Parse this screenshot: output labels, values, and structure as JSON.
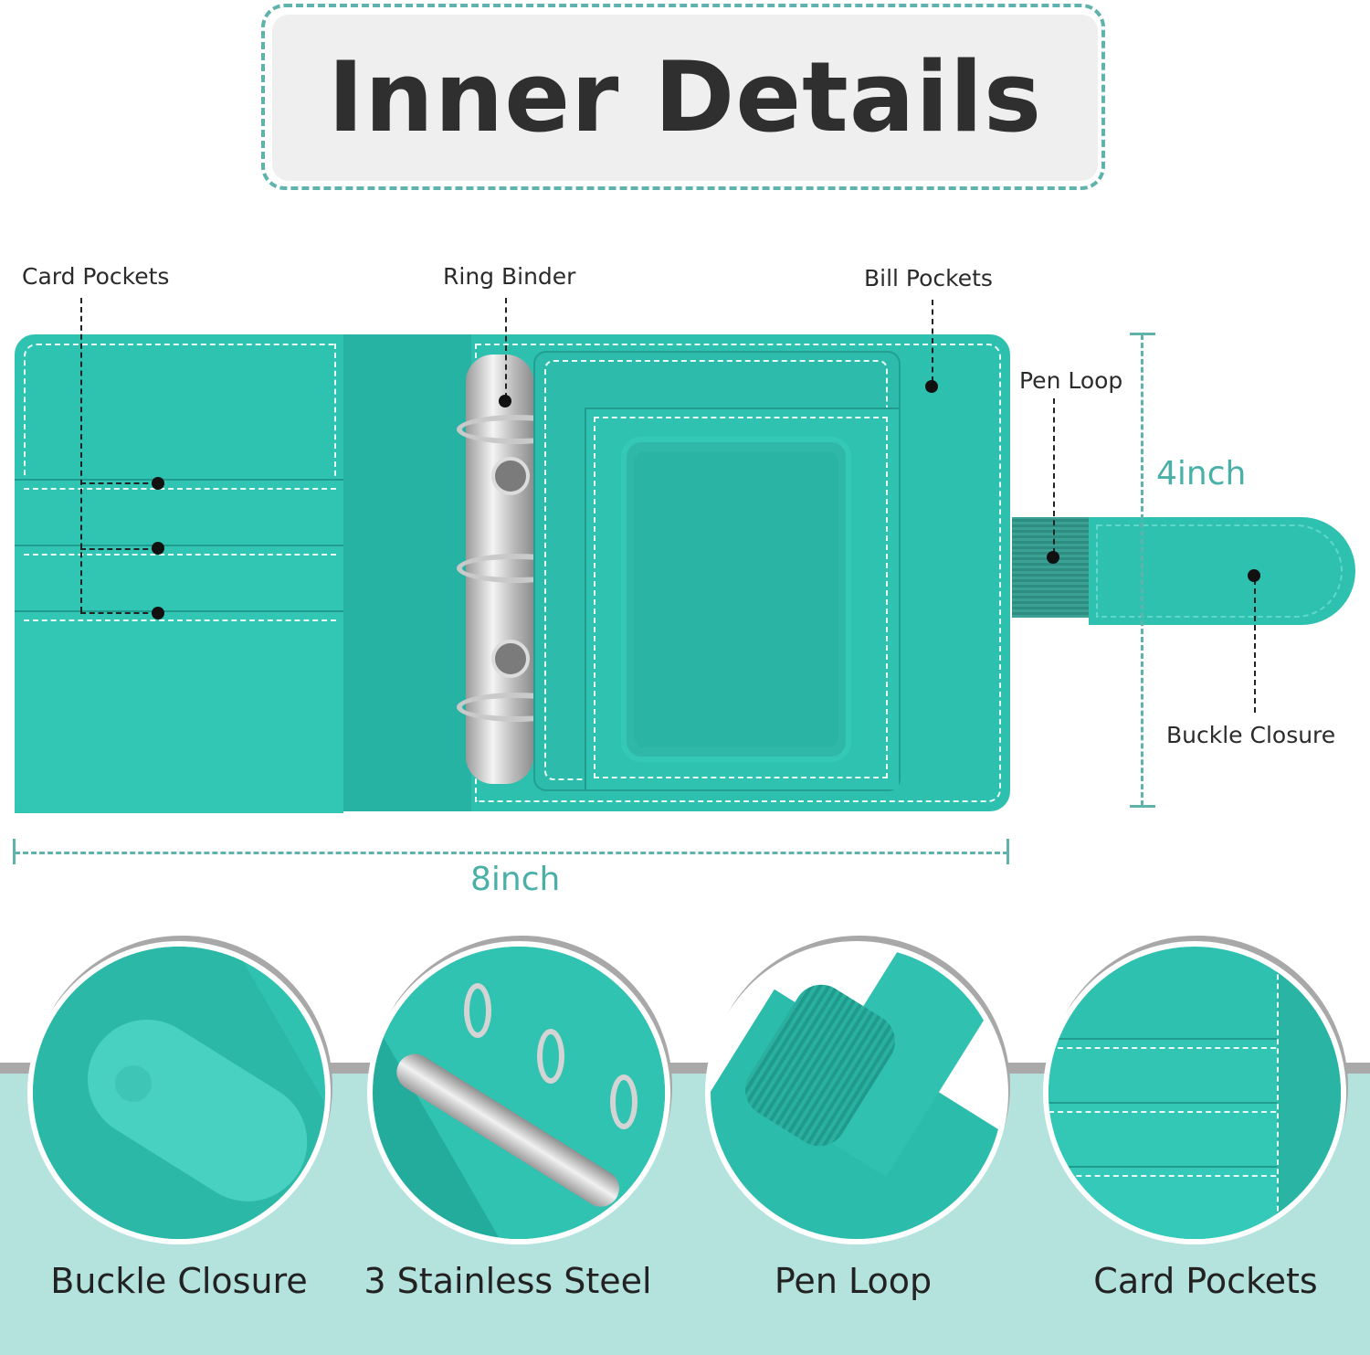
{
  "title": "Inner Details",
  "callouts": {
    "card_pockets": "Card Pockets",
    "ring_binder": "Ring Binder",
    "bill_pockets": "Bill Pockets",
    "pen_loop": "Pen Loop",
    "buckle_closure": "Buckle Closure"
  },
  "dimensions": {
    "height": "4inch",
    "width": "8inch"
  },
  "features": [
    {
      "label": "Buckle Closure"
    },
    {
      "label": "3 Stainless Steel"
    },
    {
      "label": "Pen Loop"
    },
    {
      "label": "Card Pockets"
    }
  ],
  "colors": {
    "teal": "#2cbfae",
    "accent": "#5fb3ac",
    "band": "#b4e2dc"
  }
}
